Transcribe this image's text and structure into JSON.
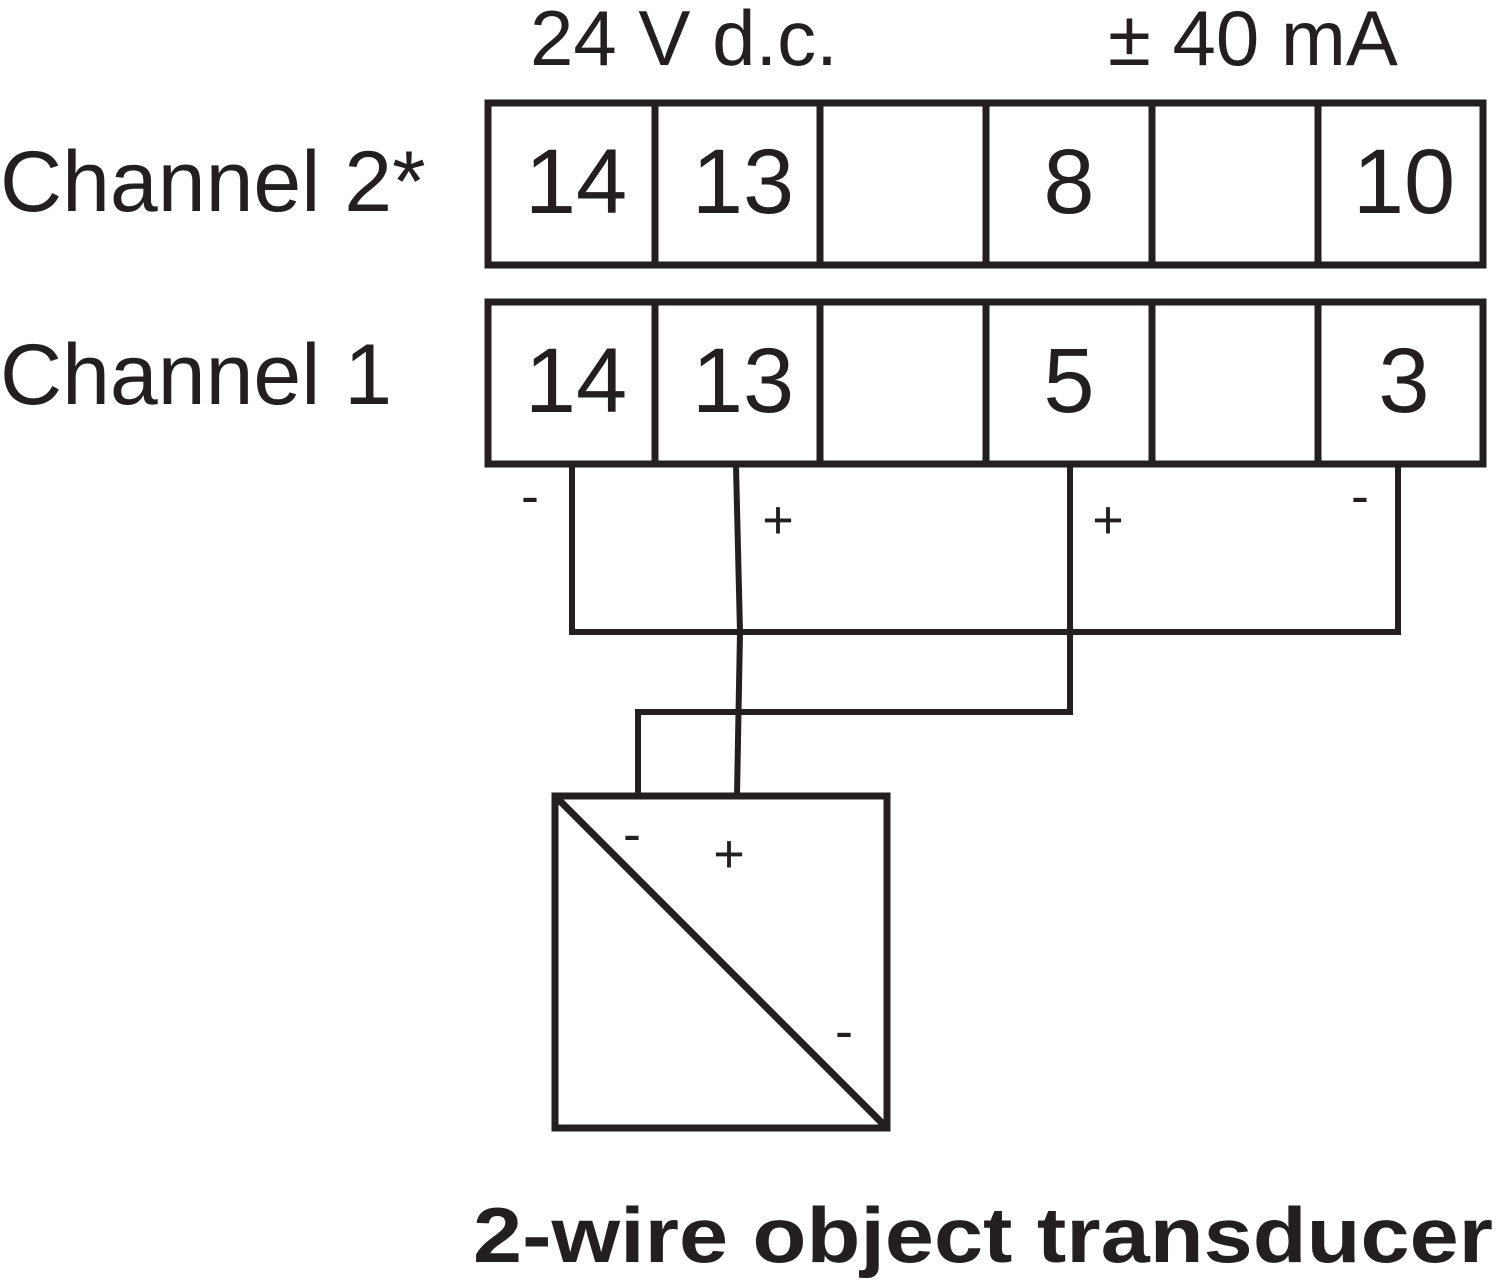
{
  "header": {
    "supply_label": "24 V d.c.",
    "current_label": "± 40 mA"
  },
  "channels": [
    {
      "label": "Channel 2*",
      "terminals": [
        "14",
        "13",
        "",
        "8",
        "",
        "10"
      ]
    },
    {
      "label": "Channel 1",
      "terminals": [
        "14",
        "13",
        "",
        "5",
        "",
        "3"
      ]
    }
  ],
  "wire_polarity": [
    "-",
    "+",
    "+",
    "-"
  ],
  "transducer": {
    "polarity_minus": "-",
    "polarity_plus": "+",
    "inner_minus": "-"
  },
  "caption": "2-wire object transducer"
}
